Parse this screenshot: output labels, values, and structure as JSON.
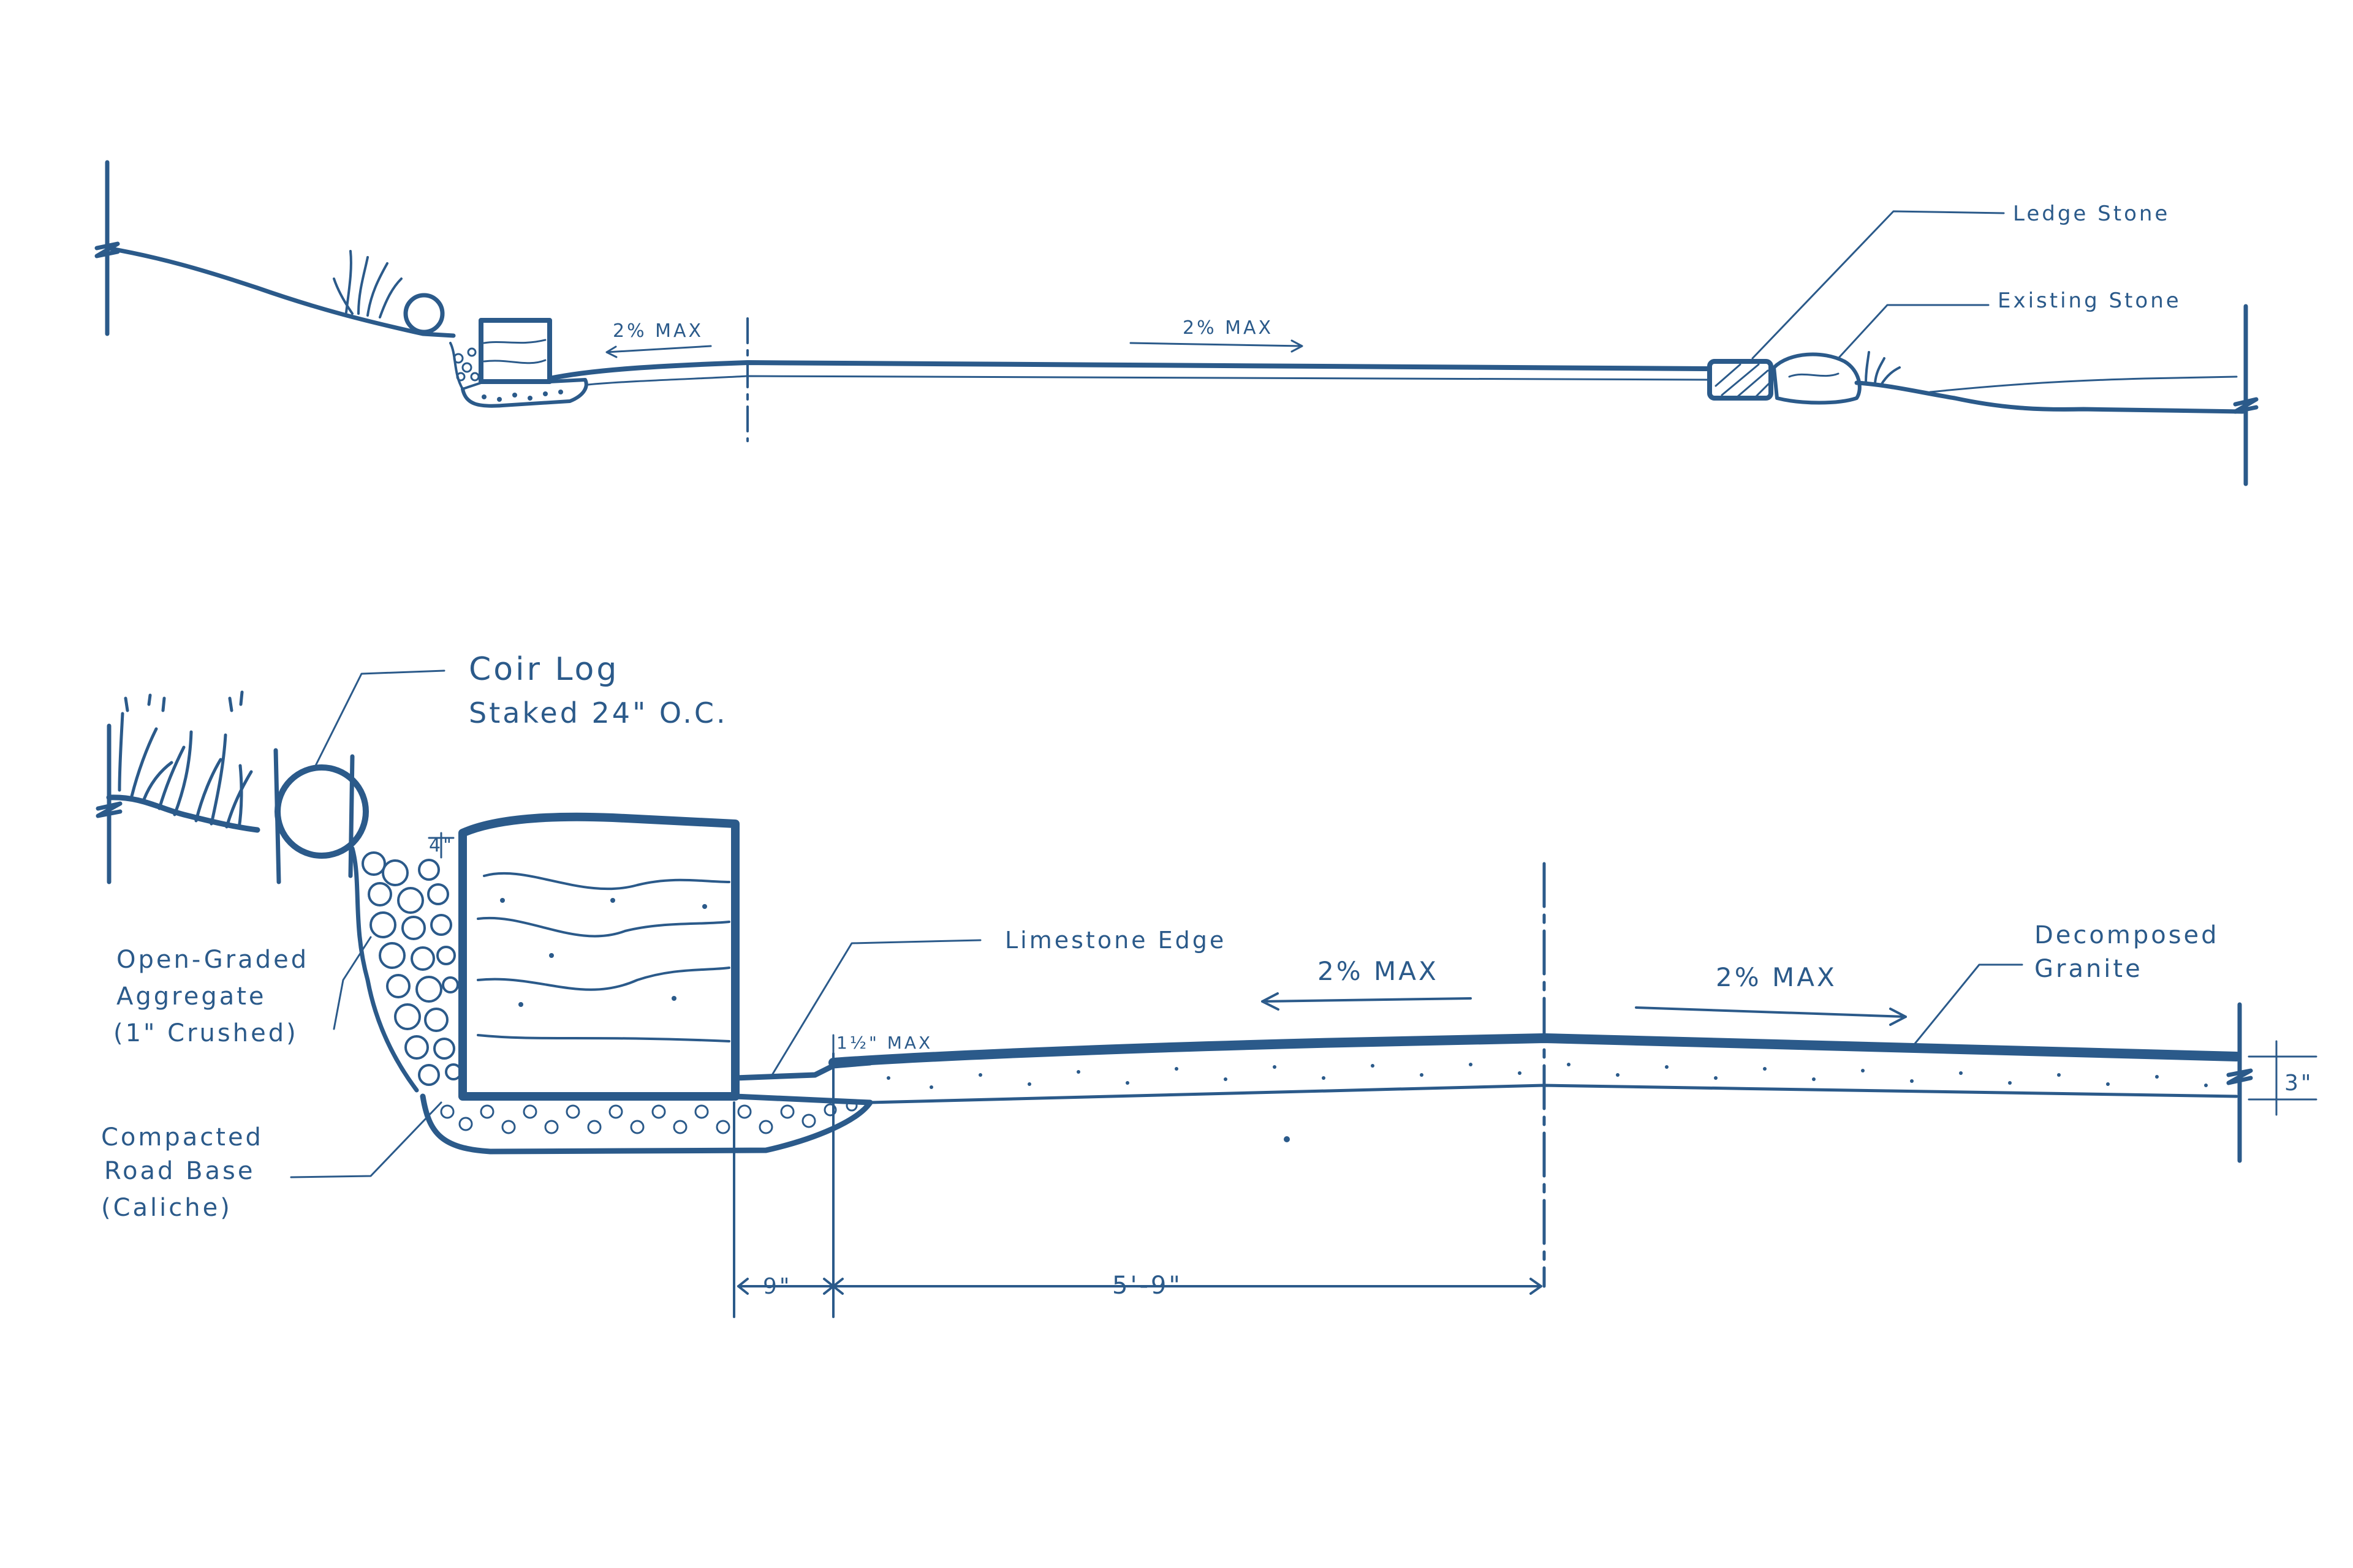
{
  "colors": {
    "ink": "#2b5a8a",
    "paper": "#ffffff"
  },
  "top_section": {
    "slope_left": "2% MAX",
    "slope_center": "2% MAX",
    "ledge_stone": "Ledge Stone",
    "existing_stone": "Existing Stone"
  },
  "detail_section": {
    "coir_log": [
      "Coir Log",
      "Staked 24\" O.C."
    ],
    "aggregate": [
      "Open-Graded",
      "Aggregate",
      "(1\" Crushed)"
    ],
    "road_base": [
      "Compacted",
      "Road Base",
      "(Caliche)"
    ],
    "limestone_edge": "Limestone Edge",
    "decomposed_granite": [
      "Decomposed",
      "Granite"
    ],
    "slope_left": "2% MAX",
    "slope_right": "2% MAX",
    "reveal": "1½\" MAX",
    "wall_reveal": "4\"",
    "depth": "3\"",
    "dim_left": "9\"",
    "dim_right": "5'-9\""
  }
}
